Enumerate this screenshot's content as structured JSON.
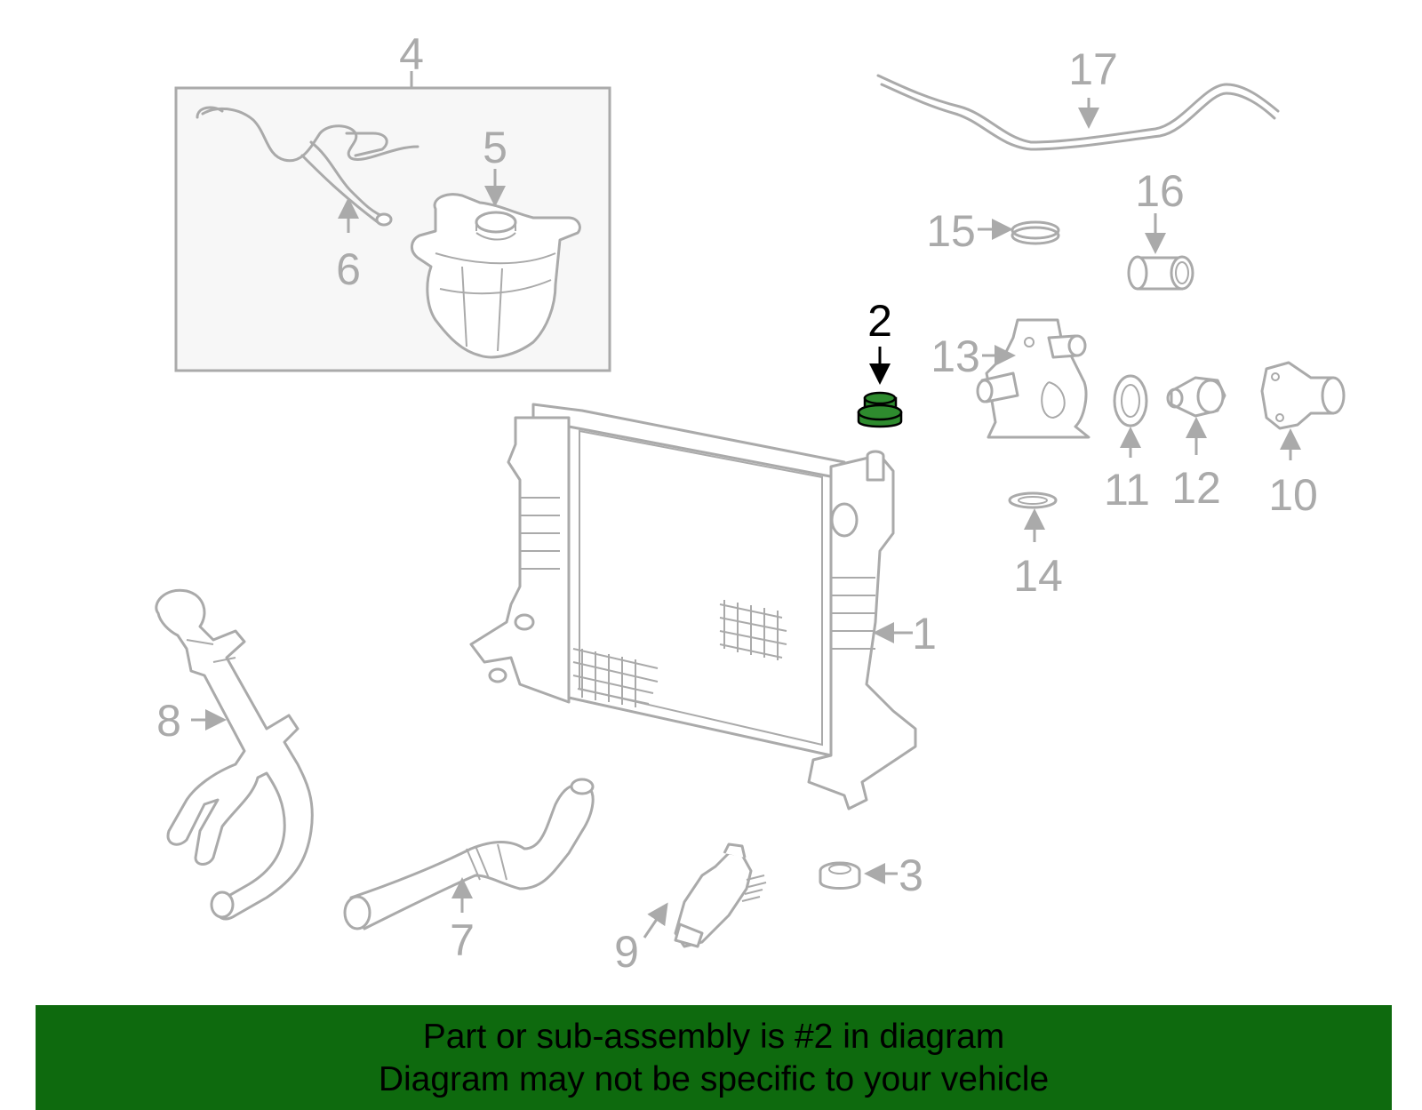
{
  "banner": {
    "line1": "Part or sub-assembly is #2 in diagram",
    "line2": "Diagram may not be specific to your vehicle"
  },
  "callouts": {
    "c1": "1",
    "c2": "2",
    "c3": "3",
    "c4": "4",
    "c5": "5",
    "c6": "6",
    "c7": "7",
    "c8": "8",
    "c9": "9",
    "c10": "10",
    "c11": "11",
    "c12": "12",
    "c13": "13",
    "c14": "14",
    "c15": "15",
    "c16": "16",
    "c17": "17"
  },
  "highlighted_part": "2",
  "colors": {
    "banner_bg": "#0e6a0e",
    "highlight_part": "#2e8b2e",
    "part_line": "#aaaaaa",
    "text_dark": "#000000"
  }
}
